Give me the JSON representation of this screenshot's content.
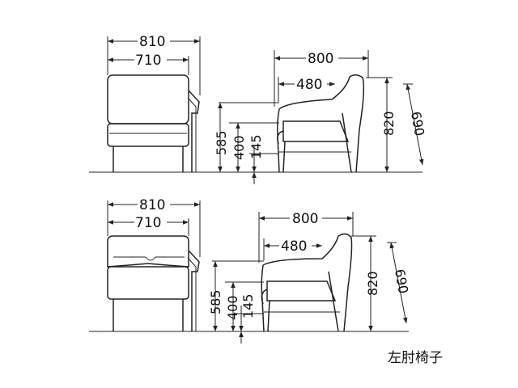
{
  "caption": "左肘椅子",
  "views": [
    {
      "front_total_width": "810",
      "front_seat_width": "710",
      "side_depth": "800",
      "side_seat_depth": "480",
      "arm_height": "585",
      "seat_height": "400",
      "leg_clearance": "145",
      "total_height": "820",
      "back_height": "690"
    },
    {
      "front_total_width": "810",
      "front_seat_width": "710",
      "side_depth": "800",
      "side_seat_depth": "480",
      "arm_height": "585",
      "seat_height": "400",
      "leg_clearance": "145",
      "total_height": "820",
      "back_height": "690"
    }
  ]
}
